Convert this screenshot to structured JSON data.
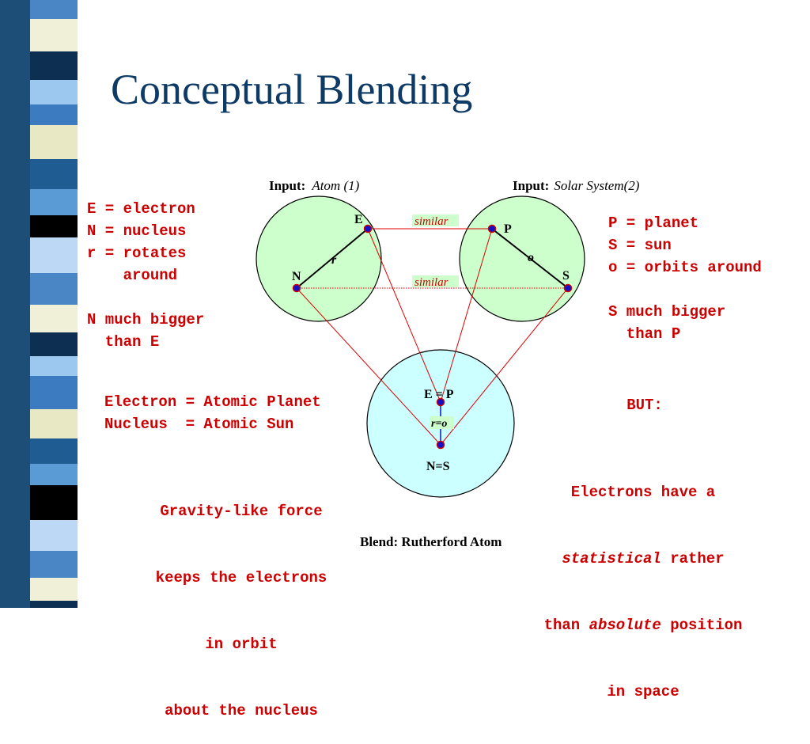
{
  "title": "Conceptual Blending",
  "left_legend": [
    "E = electron",
    "N = nucleus",
    "r = rotates",
    "    around",
    "",
    "N much bigger",
    "  than E"
  ],
  "right_legend": [
    "P = planet",
    "S = sun",
    "o = orbits around",
    "",
    "S much bigger",
    "  than P"
  ],
  "mapping": [
    "Electron = Atomic Planet",
    "Nucleus  = Atomic Sun"
  ],
  "gravity": [
    "Gravity-like force",
    "keeps the electrons",
    "in orbit",
    "about the nucleus"
  ],
  "but": "BUT:",
  "note": {
    "l1": "Electrons have a",
    "l2_em": "statistical",
    "l2_rest": " rather",
    "l3_a": "than ",
    "l3_em": "absolute",
    "l3_b": " position",
    "l4": "in space"
  },
  "diagram": {
    "input1_prefix": "Input:",
    "input1_name": "Atom (1)",
    "input2_prefix": "Input:",
    "input2_name": "Solar System(2)",
    "blend_label": "Blend:  Rutherford Atom",
    "E": "E",
    "N": "N",
    "r": "r",
    "P": "P",
    "S": "S",
    "o": "o",
    "EP": "E = P",
    "ro": "r=o",
    "NS": "N=S",
    "similar1": "similar",
    "similar2": "similar",
    "colors": {
      "input_fill": "#ccffcc",
      "blend_fill": "#ccffff",
      "link": "#dd0000",
      "dot": "#1010cc"
    }
  }
}
